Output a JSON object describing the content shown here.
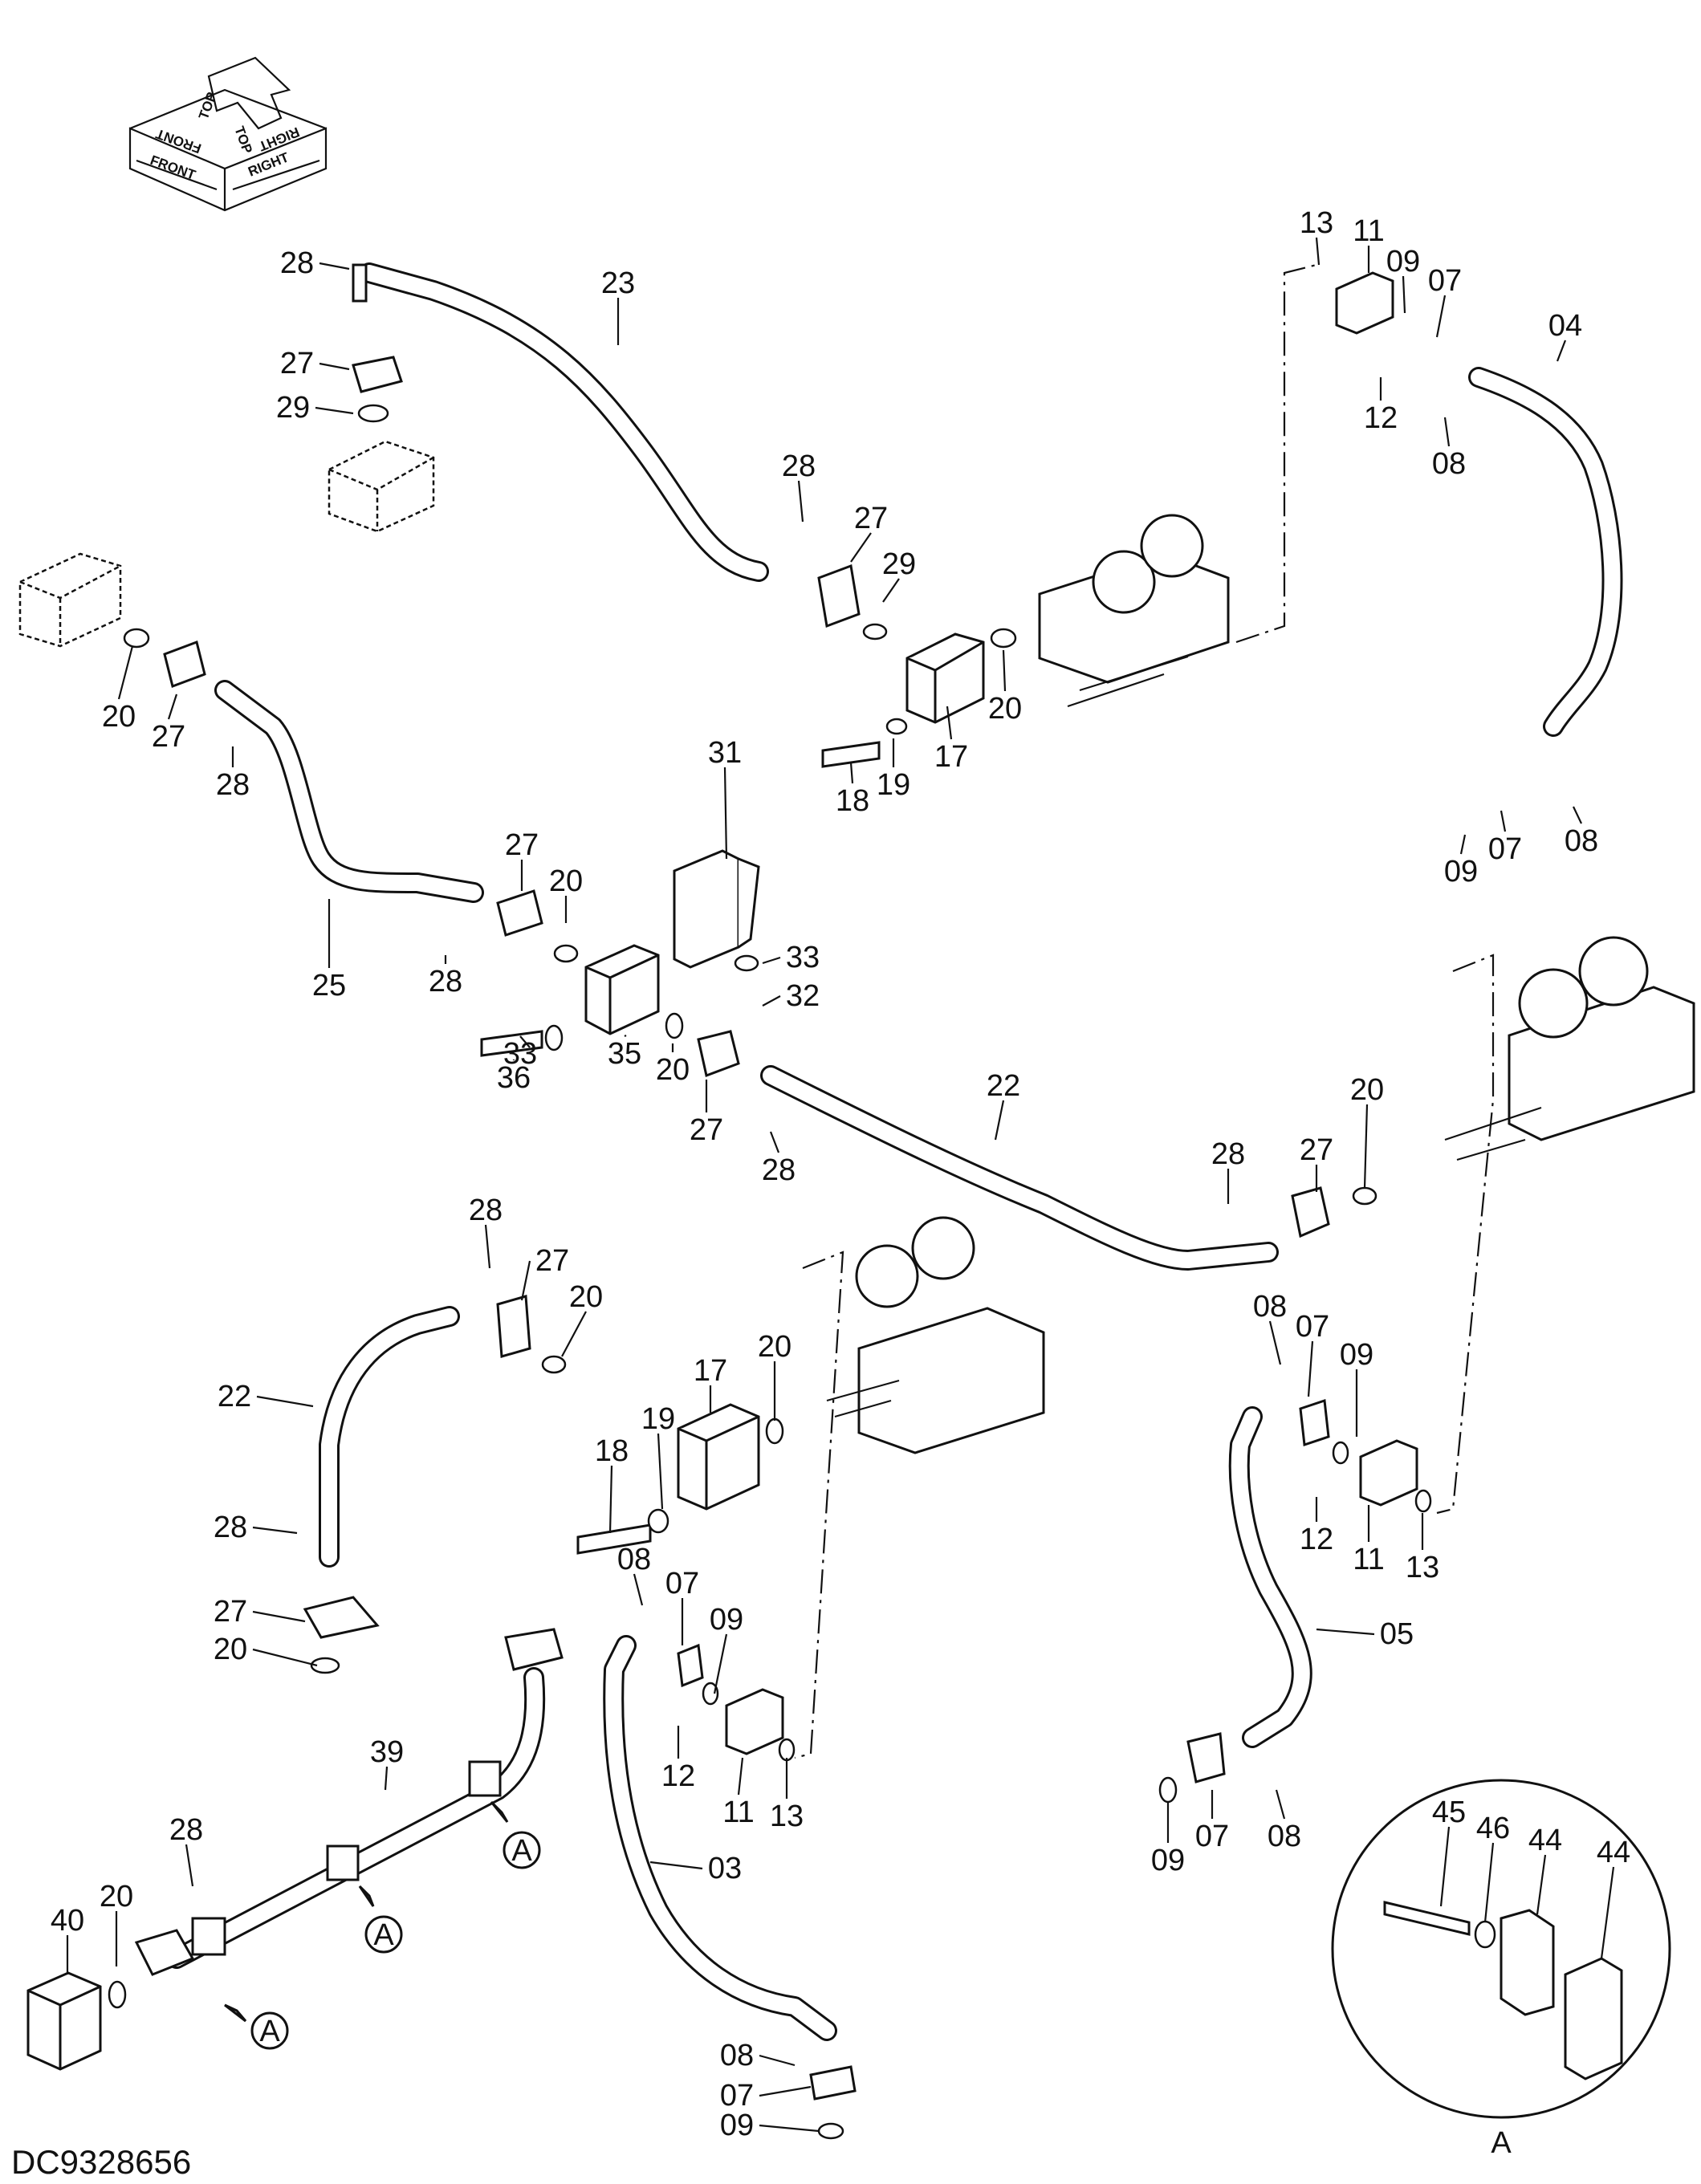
{
  "diagram": {
    "drawing_code": "DC9328656",
    "orientation_labels": [
      "FRONT",
      "FRONT",
      "TOP",
      "TOP",
      "RIGHT",
      "RIGHT"
    ],
    "callout_letter": "A",
    "detail_label": "A",
    "labels": [
      "28",
      "23",
      "27",
      "29",
      "28",
      "27",
      "29",
      "20",
      "17",
      "19",
      "18",
      "13",
      "11",
      "09",
      "07",
      "04",
      "12",
      "08",
      "08",
      "07",
      "09",
      "20",
      "27",
      "28",
      "25",
      "31",
      "27",
      "20",
      "28",
      "33",
      "32",
      "33",
      "35",
      "36",
      "20",
      "27",
      "28",
      "22",
      "28",
      "27",
      "20",
      "28",
      "27",
      "20",
      "22",
      "28",
      "27",
      "20",
      "17",
      "20",
      "19",
      "18",
      "08",
      "07",
      "09",
      "12",
      "11",
      "13",
      "08",
      "07",
      "09",
      "12",
      "11",
      "13",
      "05",
      "08",
      "07",
      "09",
      "39",
      "28",
      "20",
      "40",
      "03",
      "08",
      "07",
      "09",
      "45",
      "46",
      "44",
      "44"
    ]
  }
}
